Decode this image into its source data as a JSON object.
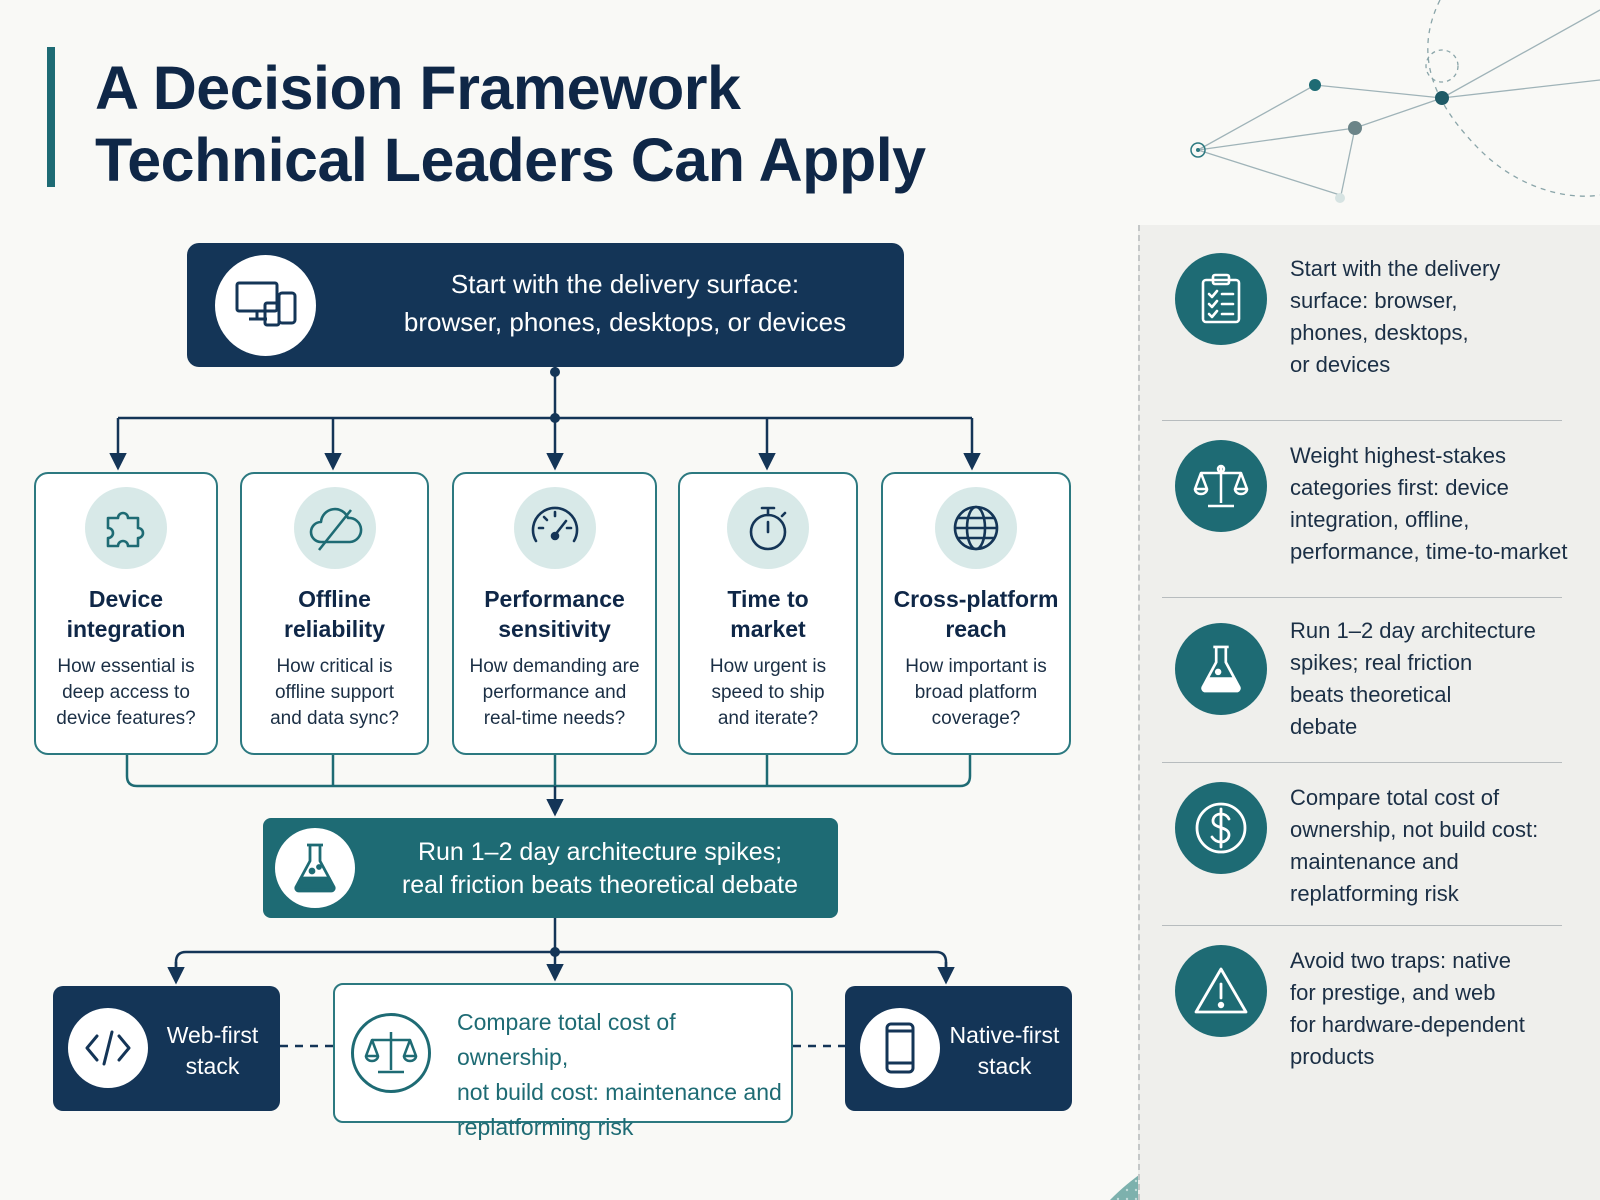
{
  "title": {
    "line1": "A Decision Framework",
    "line2": "Technical Leaders Can Apply"
  },
  "colors": {
    "navy": "#143557",
    "teal": "#1e6b74",
    "light_teal": "#d8e9e8",
    "background": "#f9f9f6"
  },
  "start_box": {
    "icon": "devices-icon",
    "line1": "Start with the delivery surface:",
    "line2": "browser, phones, desktops, or devices"
  },
  "criteria": [
    {
      "icon": "puzzle-icon",
      "title1": "Device",
      "title2": "integration",
      "d1": "How essential is",
      "d2": "deep access to",
      "d3": "device features?"
    },
    {
      "icon": "cloud-offline-icon",
      "title1": "Offline",
      "title2": "reliability",
      "d1": "How critical is",
      "d2": "offline support",
      "d3": "and data sync?"
    },
    {
      "icon": "gauge-icon",
      "title1": "Performance",
      "title2": "sensitivity",
      "d1": "How demanding are",
      "d2": "performance and",
      "d3": "real-time needs?"
    },
    {
      "icon": "stopwatch-icon",
      "title1": "Time to",
      "title2": "market",
      "d1": "How urgent is",
      "d2": "speed to ship",
      "d3": "and iterate?"
    },
    {
      "icon": "globe-icon",
      "title1": "Cross-platform",
      "title2": "reach",
      "d1": "How important is",
      "d2": "broad platform",
      "d3": "coverage?"
    }
  ],
  "spike_box": {
    "icon": "flask-icon",
    "line1": "Run 1–2 day architecture spikes;",
    "line2": "real friction beats theoretical debate"
  },
  "outcomes": {
    "web": {
      "icon": "code-icon",
      "line1": "Web-first",
      "line2": "stack"
    },
    "native": {
      "icon": "smartphone-icon",
      "line1": "Native-first",
      "line2": "stack"
    },
    "cost": {
      "icon": "scale-icon",
      "line1": "Compare total cost of ownership,",
      "line2": "not build cost: maintenance and",
      "line3": "replatforming risk"
    }
  },
  "sidebar": [
    {
      "icon": "clipboard-checklist-icon",
      "lines": [
        "Start with the delivery",
        "surface: browser,",
        "phones, desktops,",
        "or devices"
      ]
    },
    {
      "icon": "balance-scale-icon",
      "lines": [
        "Weight highest-stakes",
        "categories first: device",
        "integration, offline,",
        "performance, time-to-market"
      ]
    },
    {
      "icon": "flask-icon",
      "lines": [
        "Run 1–2 day architecture",
        "spikes; real friction",
        "beats theoretical",
        "debate"
      ]
    },
    {
      "icon": "dollar-icon",
      "lines": [
        "Compare total cost of",
        "ownership, not build cost:",
        "maintenance and",
        "replatforming risk"
      ]
    },
    {
      "icon": "warning-icon",
      "lines": [
        "Avoid two traps: native",
        "for prestige, and web",
        "for hardware-dependent",
        "products"
      ]
    }
  ]
}
